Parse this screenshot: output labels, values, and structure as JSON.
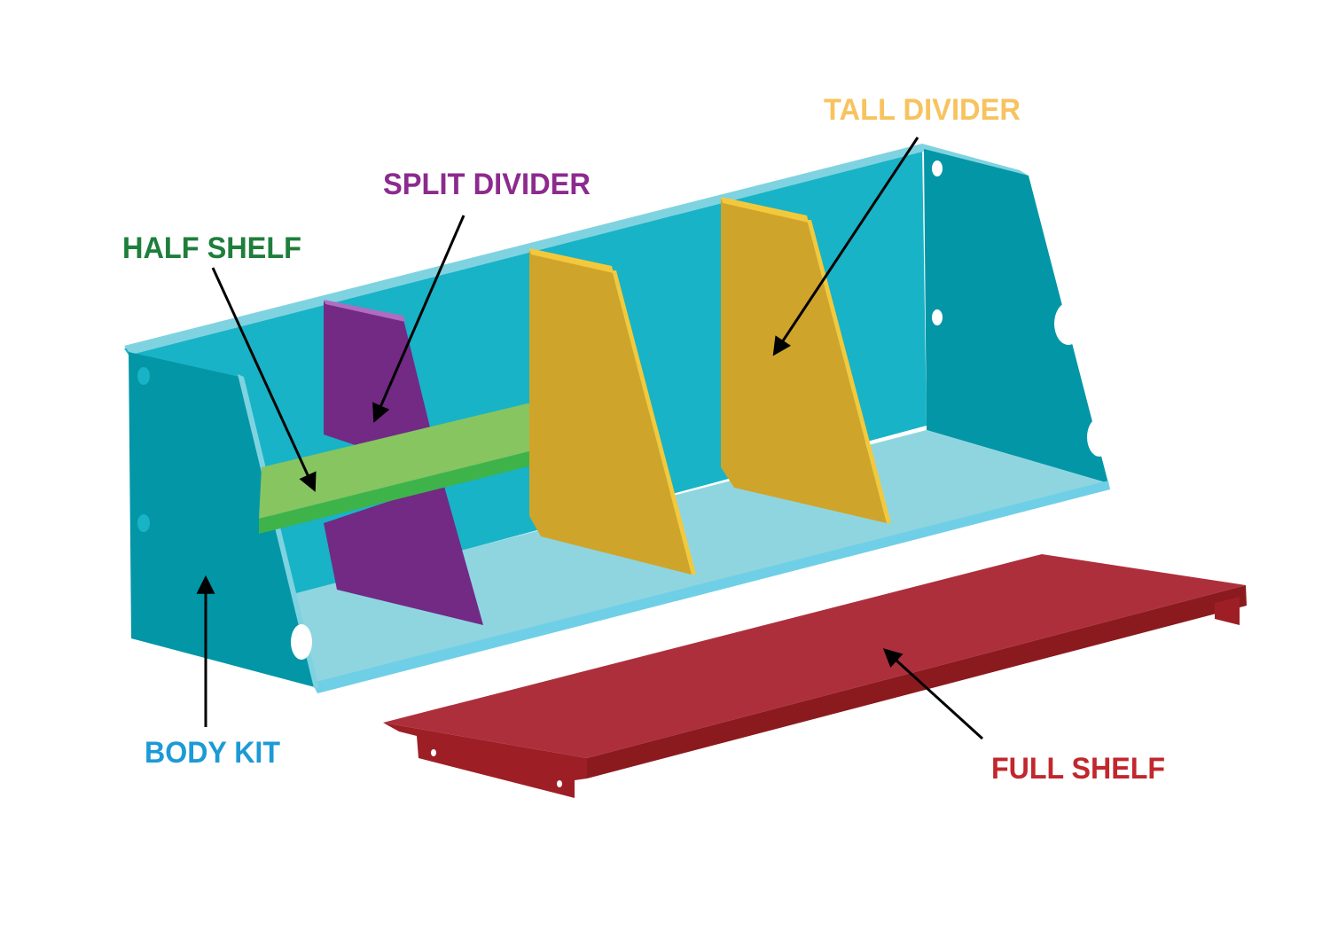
{
  "labels": {
    "tall_divider": "TALL DIVIDER",
    "split_divider": "SPLIT DIVIDER",
    "half_shelf": "HALF SHELF",
    "body_kit": "BODY KIT",
    "full_shelf": "FULL SHELF"
  },
  "colors": {
    "tall_divider": "#F7C35F",
    "split_divider": "#8C2A8E",
    "half_shelf": "#1E7E3B",
    "body_kit": "#1C9AD6",
    "full_shelf": "#C1272D"
  }
}
